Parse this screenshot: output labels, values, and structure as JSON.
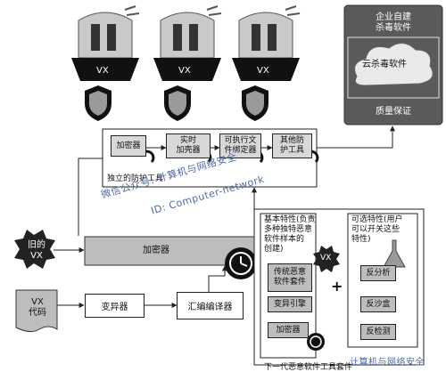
{
  "diagram": {
    "top_row": {
      "guards": [
        {
          "label": "VX"
        },
        {
          "label": "VX"
        },
        {
          "label": "VX"
        }
      ]
    },
    "enterprise_panel": {
      "title": "企业自建\n杀毒软件",
      "cloud_label": "云杀毒软件",
      "footer": "质量保证"
    },
    "protection_tools": {
      "items": [
        "加密器",
        "实时\n加壳器",
        "可执行文\n件绑定器",
        "其他防\n护工具"
      ],
      "caption": "独立的防护工具"
    },
    "pipeline": {
      "old_vx": "旧的\nVX",
      "encryptor": "加密器",
      "vx_code": "VX\n代码",
      "mutator": "变异器",
      "assembler": "汇编编译器"
    },
    "toolkit": {
      "basic_title": "基本特性(负责\n多种独特恶意\n软件样本的\n创建)",
      "vx_badge": "VX",
      "basic_items": [
        "传统恶意\n软件套件",
        "变异引擎",
        "加密器"
      ],
      "optional_title": "可选特性(用户\n可以开关这些\n特性)",
      "optional_items": [
        "反分析",
        "反沙盒",
        "反检测"
      ],
      "plus": "+",
      "caption": "下一代恶意软件工具套件"
    },
    "watermarks": {
      "main": "微信公众号: 计算机与网络安全",
      "sub": "ID: Computer-network",
      "bottom": "计算机与网络安全"
    }
  }
}
